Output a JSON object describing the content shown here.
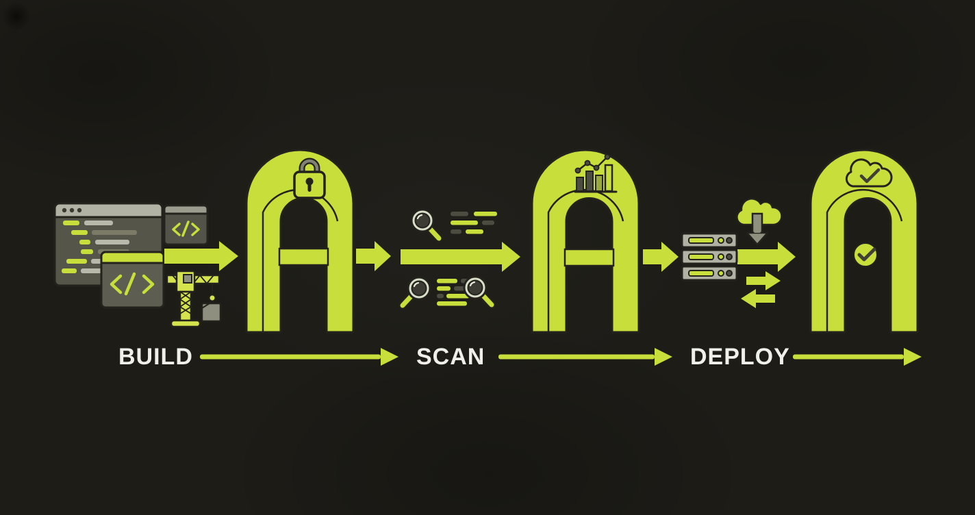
{
  "title": "CI/CD pipeline illustration",
  "colors": {
    "background": "#1d1c17",
    "lime": "#c8de3a",
    "outline": "#23221c",
    "gray_light": "#b2b2a4",
    "gray_mid": "#8f8f80",
    "gray_dark": "#54544a",
    "olive": "#7b7b68",
    "text": "#f0f0ea"
  },
  "stages": [
    {
      "id": "build",
      "label": "BUILD",
      "icons": [
        "code-editor-window-icon",
        "code-window-icon",
        "code-file-window-icon",
        "crane-icon"
      ]
    },
    {
      "id": "scan",
      "label": "SCAN",
      "icons": [
        "magnifier-icon",
        "scan-result-lines",
        "magnifier-pair-icon"
      ]
    },
    {
      "id": "deploy",
      "label": "DEPLOY",
      "icons": [
        "server-stack-icon",
        "cloud-download-icon",
        "sync-arrows-icon"
      ]
    }
  ],
  "gates": [
    {
      "id": "gate-build-security",
      "icon": "lock-icon"
    },
    {
      "id": "gate-scan-metrics",
      "icon": "bar-chart-icon"
    },
    {
      "id": "gate-deploy-release",
      "icon": "cloud-check-icon",
      "inner_icon": "check-circle-icon"
    }
  ],
  "flow": {
    "direction": "left-to-right",
    "arrow_segments": 5,
    "label_arrow_segments": 3
  }
}
